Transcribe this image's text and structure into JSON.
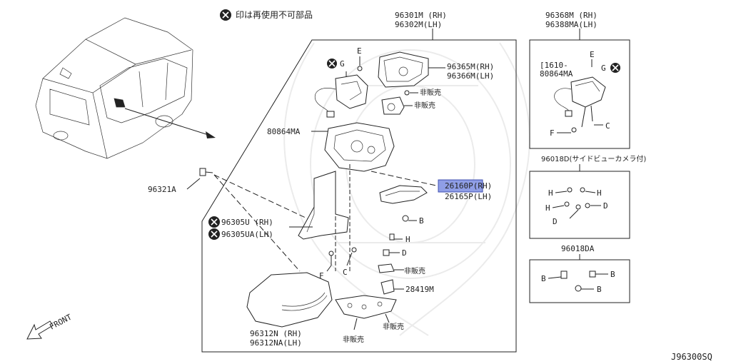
{
  "diagram_code": "J96300SQ",
  "legend": {
    "symbol": "x-circle-icon",
    "text": "印は再使用不可部品"
  },
  "main_assembly": {
    "line1": "96301M (RH)",
    "line2": "96302M(LH)"
  },
  "labels": {
    "p96365": {
      "line1": "96365M(RH)",
      "line2": "96366M(LH)"
    },
    "hibai1": "非販売",
    "hibai2": "非販売",
    "hibai3": "非販売",
    "hibai4": "非販売",
    "hibai5": "非販売",
    "p80864": "80864MA",
    "p96321": "96321A",
    "p26160": {
      "line1": "26160P(RH)",
      "line2": "26165P(LH)"
    },
    "p96305": {
      "line1": "96305U (RH)",
      "line2": "96305UA(LH)"
    },
    "p28419": "28419M",
    "p96312": {
      "line1": "96312N (RH)",
      "line2": "96312NA(LH)"
    },
    "E": "E",
    "G": "G",
    "B": "B",
    "H": "H",
    "D": "D",
    "F": "F",
    "C": "C"
  },
  "front_label": "FRONT",
  "box1": {
    "title": {
      "line1": "96368M (RH)",
      "line2": "96388MA(LH)"
    },
    "ref": {
      "line1": "[1610-",
      "line2": "80864MA"
    },
    "E": "E",
    "G": "G",
    "F": "F",
    "C": "C"
  },
  "box2": {
    "title": "96018D(サイドビューカメラ付)",
    "H1": "H",
    "H2": "H",
    "H3": "H",
    "D1": "D",
    "D2": "D"
  },
  "box3": {
    "title": "96018DA",
    "B1": "B",
    "B2": "B",
    "B3": "B"
  },
  "colors": {
    "highlight": "#8f9ee6",
    "highlight_border": "#3f4fb0",
    "line": "#222222"
  }
}
